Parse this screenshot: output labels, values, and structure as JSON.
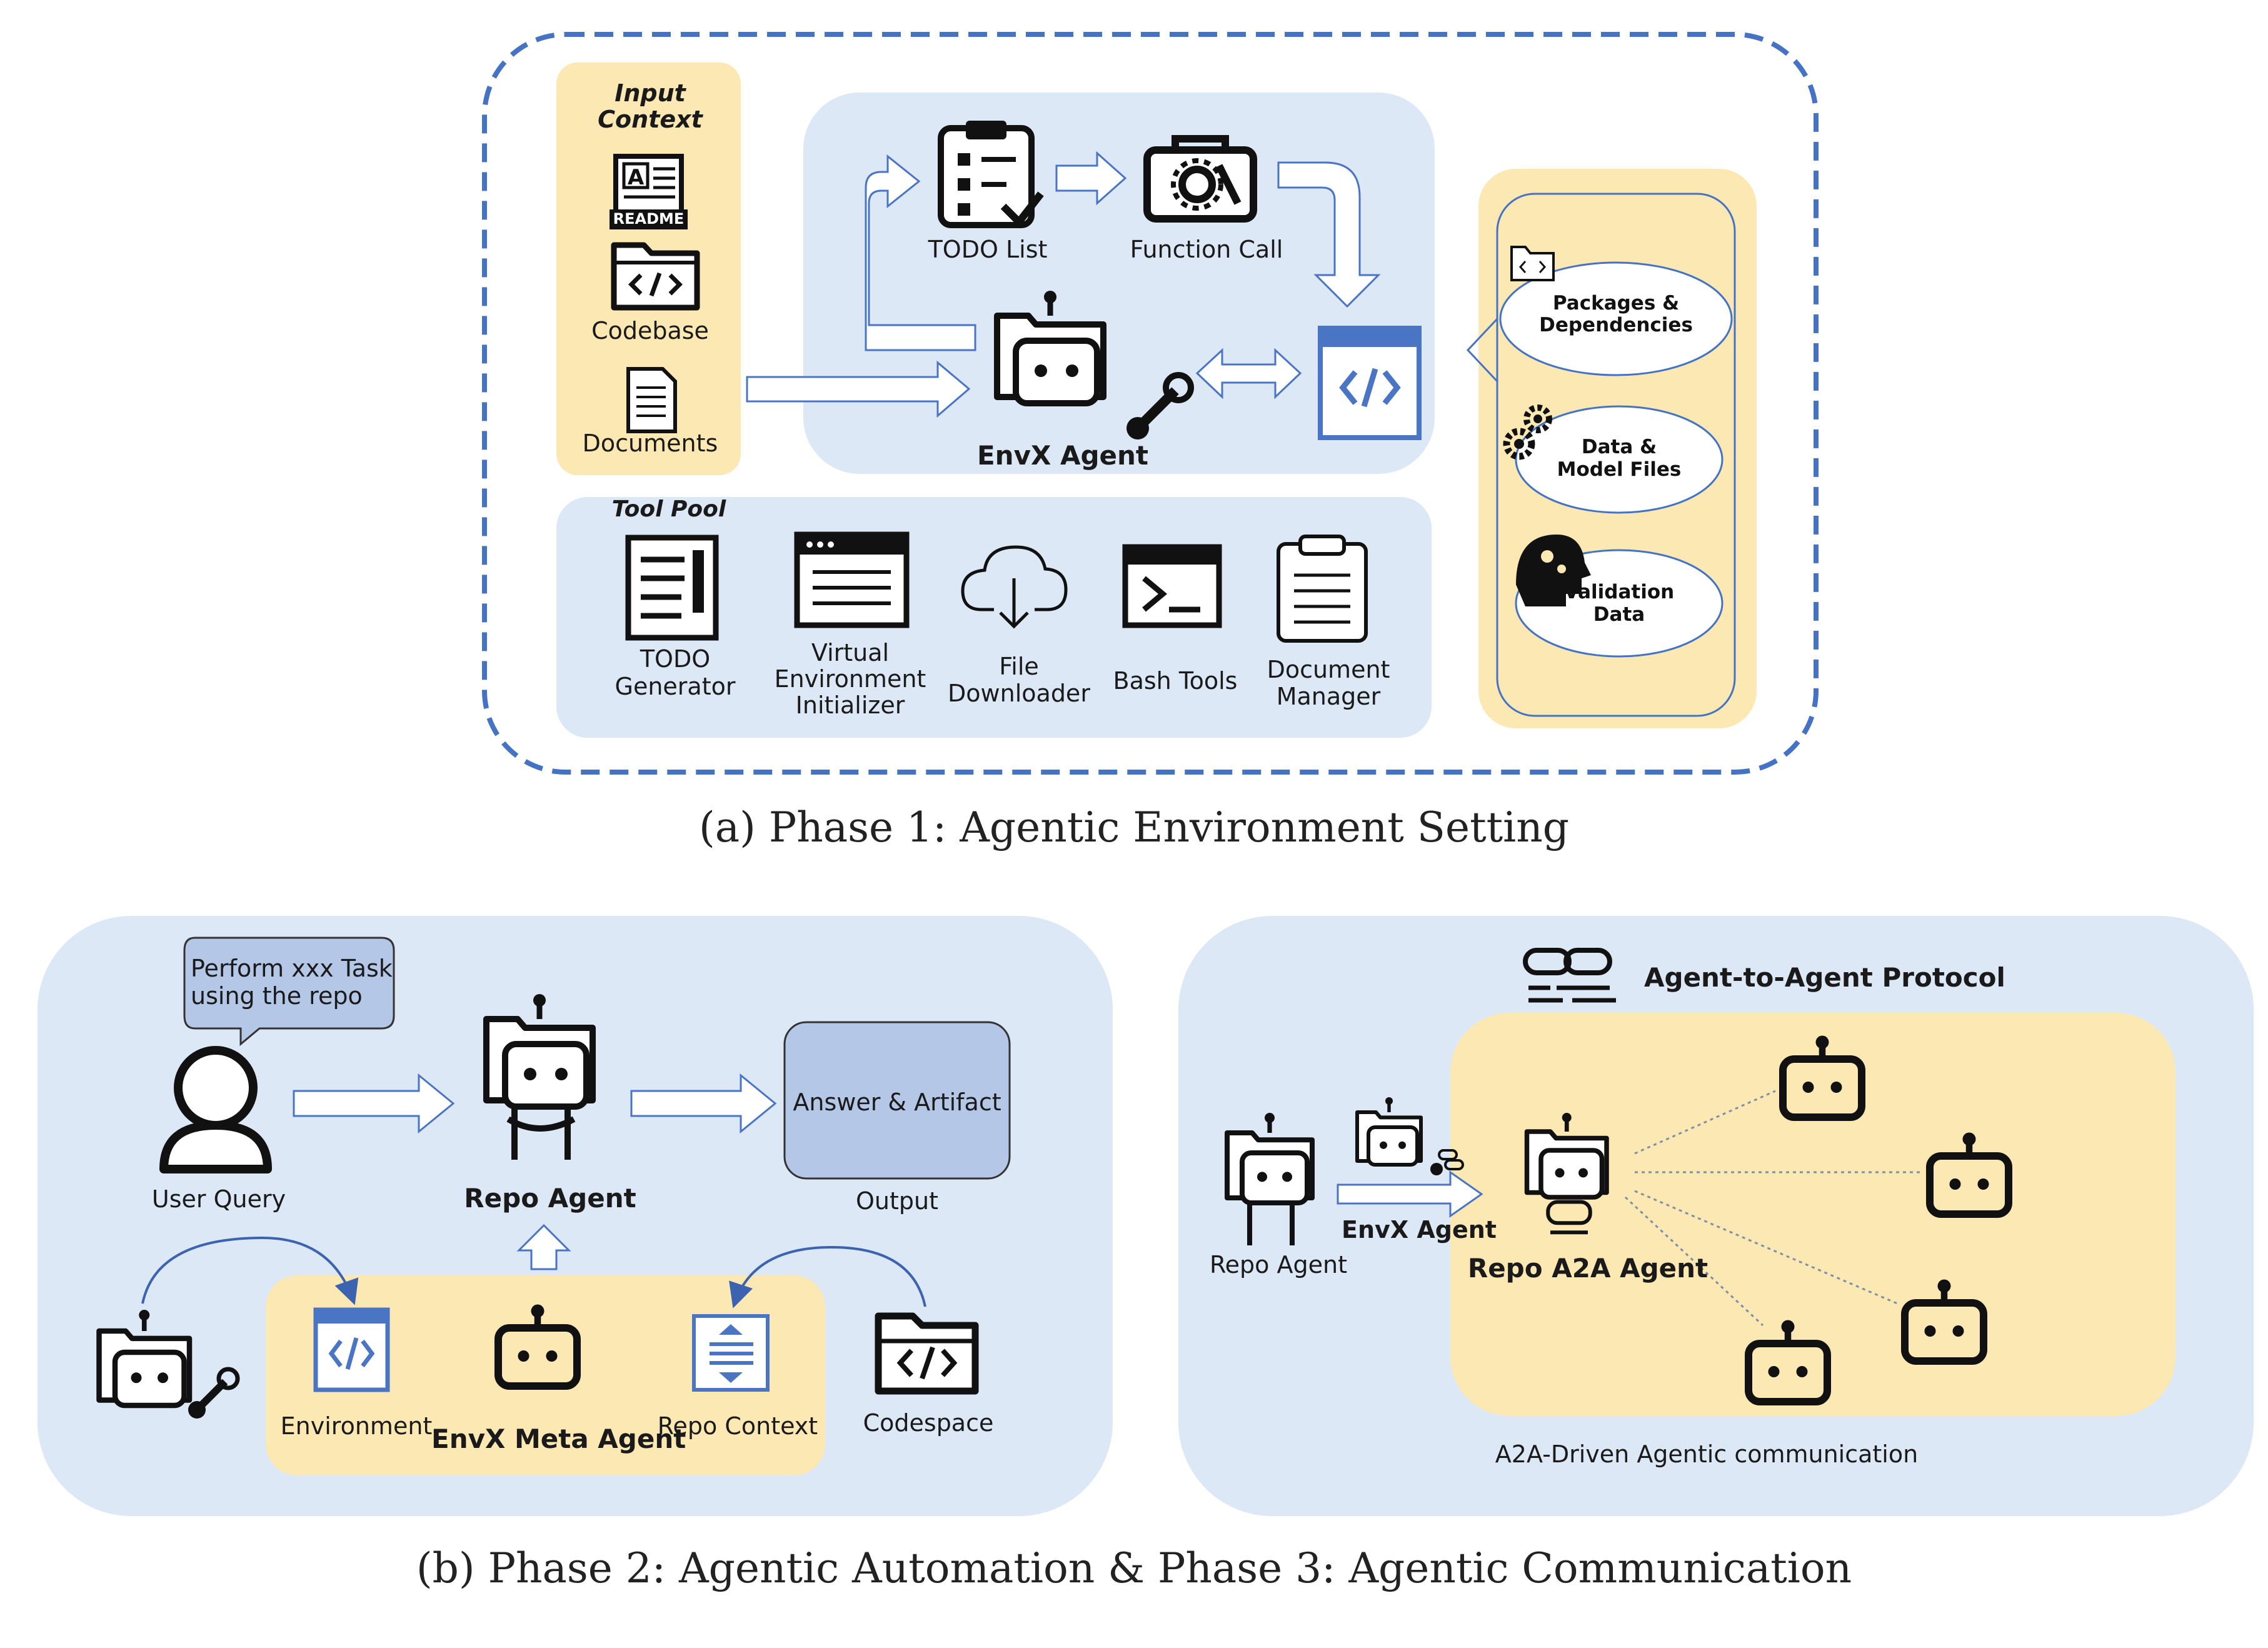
{
  "phase1": {
    "caption": "(a) Phase 1: Agentic Environment Setting",
    "input_context": {
      "title_line1": "Input",
      "title_line2": "Context",
      "readme_tag": "README",
      "items": [
        "Codebase",
        "Documents"
      ]
    },
    "agent_loop": {
      "todo_list": "TODO List",
      "function_call": "Function Call",
      "envx_agent": "EnvX Agent"
    },
    "tool_pool": {
      "title": "Tool Pool",
      "todo_generator": [
        "TODO",
        "Generator"
      ],
      "venv_initializer": [
        "Virtual",
        "Environment",
        "Initializer"
      ],
      "file_downloader": [
        "File",
        "Downloader"
      ],
      "bash_tools": "Bash Tools",
      "document_manager": [
        "Document",
        "Manager"
      ]
    },
    "outputs": {
      "packages": [
        "Packages &",
        "Dependencies"
      ],
      "data_model": [
        "Data &",
        "Model Files"
      ],
      "validation": [
        "Validation",
        "Data"
      ]
    }
  },
  "phase2": {
    "speech_bubble": [
      "Perform xxx Task",
      "using the repo"
    ],
    "user_query": "User Query",
    "repo_agent": "Repo Agent",
    "answer_artifact": "Answer & Artifact",
    "output": "Output",
    "environment": "Environment",
    "envx_meta_agent": "EnvX Meta Agent",
    "repo_context": "Repo Context",
    "codespace": "Codespace"
  },
  "phase3": {
    "protocol_title": "Agent-to-Agent Protocol",
    "repo_agent": "Repo Agent",
    "envx_agent": "EnvX Agent",
    "repo_a2a_agent": "Repo A2A Agent",
    "footer": "A2A-Driven Agentic communication"
  },
  "caption_b": "(b) Phase 2: Agentic Automation & Phase 3: Agentic Communication",
  "colors": {
    "blue_panel": "#dce8f6",
    "yellow_panel": "#fce8b2",
    "dashed_border": "#4472c4",
    "icon_blue": "#4a74c4",
    "bubble_fill": "#b4c7e7",
    "arrow_outline": "#4a74c4"
  }
}
